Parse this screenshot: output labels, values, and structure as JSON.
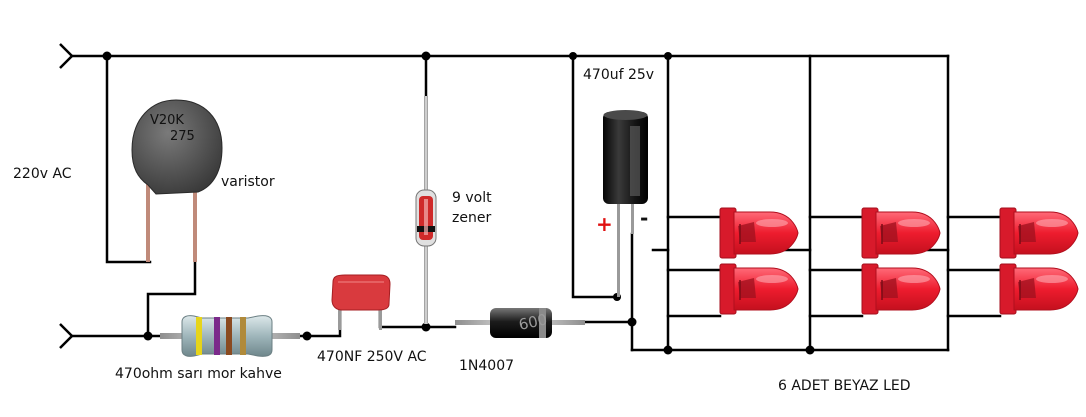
{
  "labels": {
    "supply": "220v AC",
    "varistor": "varistor",
    "varistor_marking_1": "V20K",
    "varistor_marking_2": "275",
    "zener_1": "9 volt",
    "zener_2": "zener",
    "capacitor": "470uf 25v",
    "capacitor_plus": "+",
    "capacitor_minus": "-",
    "resistor": "470ohm sarı mor kahve",
    "film_cap": "470NF 250V AC",
    "diode": "1N4007",
    "diode_marking": "600",
    "leds": "6 ADET BEYAZ LED"
  },
  "colors": {
    "wire": "#000000",
    "led": "#e8182a",
    "film_cap": "#d8333a",
    "varistor": "#4a4a4a",
    "electrolytic": "#1a1a1a",
    "plus_sign": "#e01010"
  },
  "resistor_bands": [
    "#e6d41a",
    "#7b2a8a",
    "#8a4a20",
    "#b08a3a"
  ]
}
